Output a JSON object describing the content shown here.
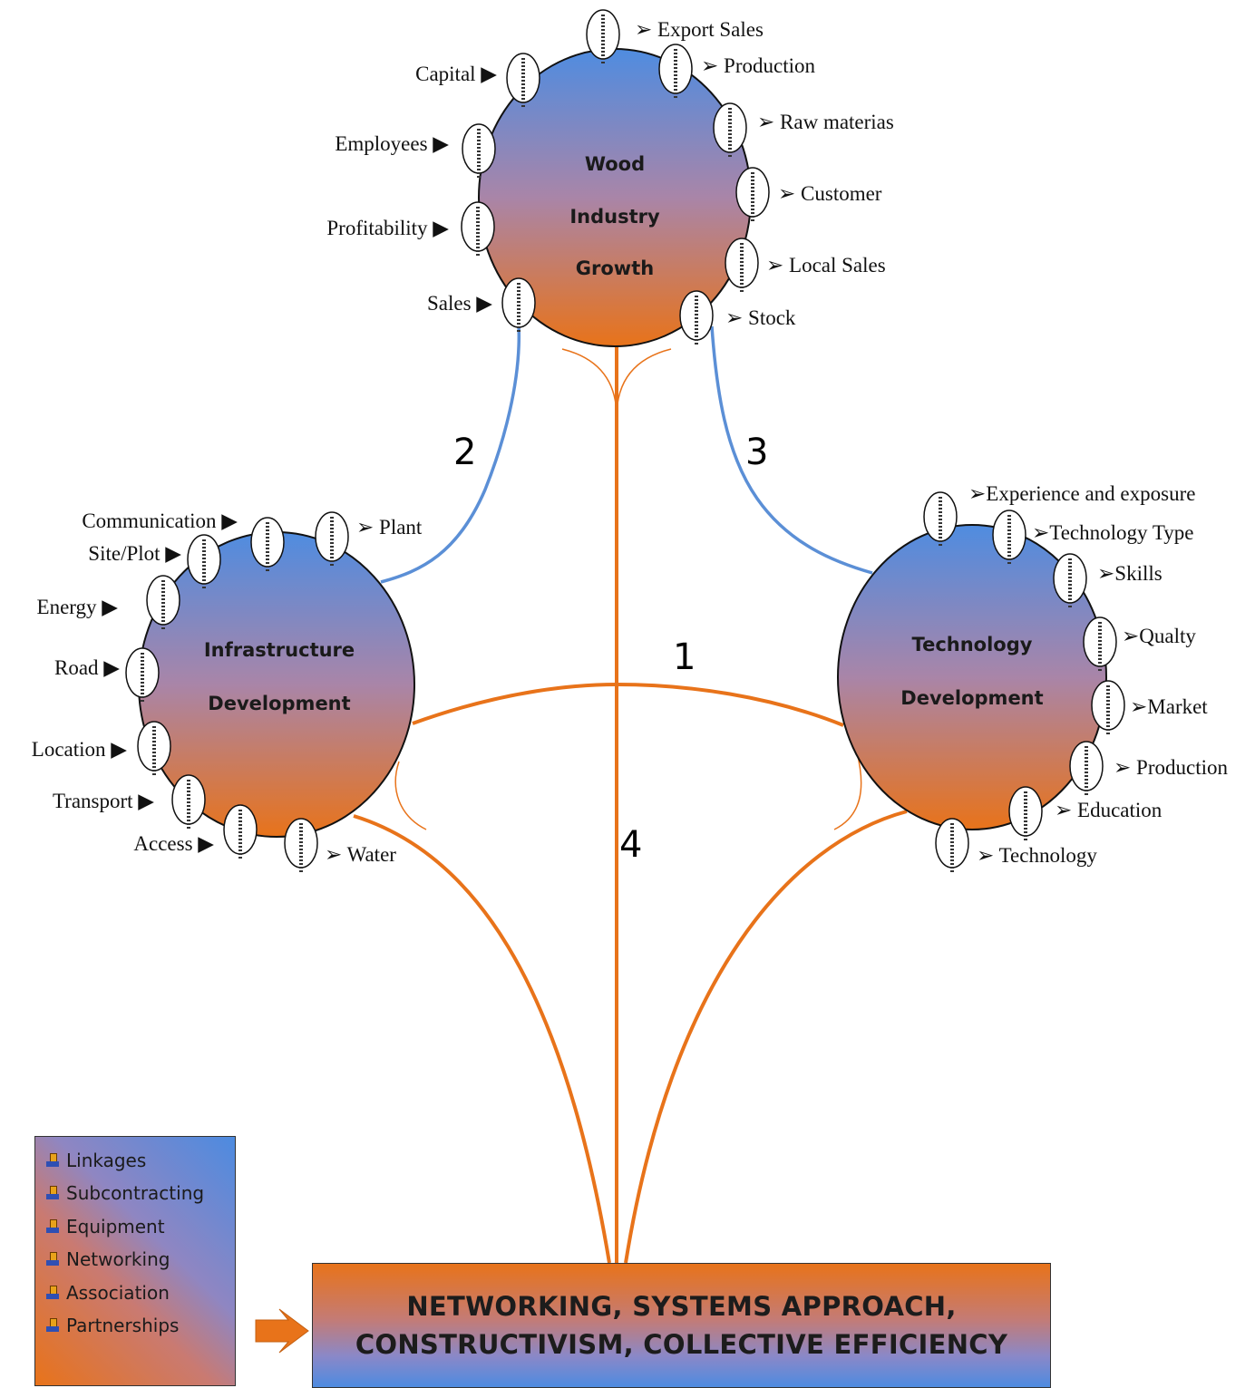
{
  "colors": {
    "orange": "#e8731a",
    "blue": "#5b8fd6",
    "circle_top": "#4f8ce0",
    "circle_bottom": "#e8731a"
  },
  "wood": {
    "title": [
      "Wood",
      "Industry",
      "Growth"
    ],
    "labels": [
      "Export Sales",
      "Production",
      "Raw materias",
      "Customer",
      "Local Sales",
      "Stock",
      "Capital",
      "Employees",
      "Profitability",
      "Sales"
    ]
  },
  "infra": {
    "title": [
      "Infrastructure",
      "Development"
    ],
    "labels": [
      "Communication",
      "Plant",
      "Site/Plot",
      "Energy",
      "Road",
      "Location",
      "Transport",
      "Access",
      "Water"
    ]
  },
  "tech": {
    "title": [
      "Technology",
      "Development"
    ],
    "labels": [
      "Experience and exposure",
      "Technology Type",
      "Skills",
      "Qualty",
      "Market",
      "Production",
      "Education",
      "Technology"
    ]
  },
  "links": [
    "1",
    "2",
    "3",
    "4"
  ],
  "legend": {
    "items": [
      "Linkages",
      "Subcontracting",
      "Equipment",
      "Networking",
      "Association",
      "Partnerships"
    ]
  },
  "bottom": {
    "line1": "NETWORKING, SYSTEMS APPROACH,",
    "line2": "CONSTRUCTIVISM, COLLECTIVE EFFICIENCY"
  }
}
